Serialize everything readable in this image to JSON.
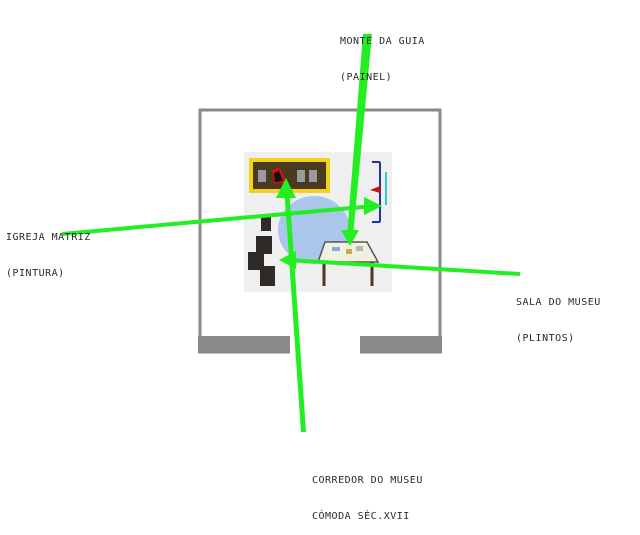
{
  "labels": {
    "monte_da_guia": {
      "line1": "MONTE DA GUIA",
      "line2": "(PAINEL)"
    },
    "igreja_matriz": {
      "line1": "IGREJA MATRIZ",
      "line2": "(PINTURA)"
    },
    "sala_do_museu": {
      "line1": "SALA DO MUSEU",
      "line2": "(PLINTOS)"
    },
    "corredor_do_museu": {
      "line1": "CORREDOR DO MUSEU",
      "line2": "CÓMODA SÉC.XVII"
    }
  },
  "colors": {
    "arrow": "#22ee22",
    "wall": "#8a8a8a",
    "floor": "#efefef",
    "circle": "#9ec0ea",
    "panel_frame": "#f2d21a",
    "panel_fill": "#4a3a22",
    "cabinet": "#2e2a28",
    "accent_red": "#cc1111",
    "accent_blue": "#2233aa",
    "accent_cyan": "#33cccc"
  }
}
